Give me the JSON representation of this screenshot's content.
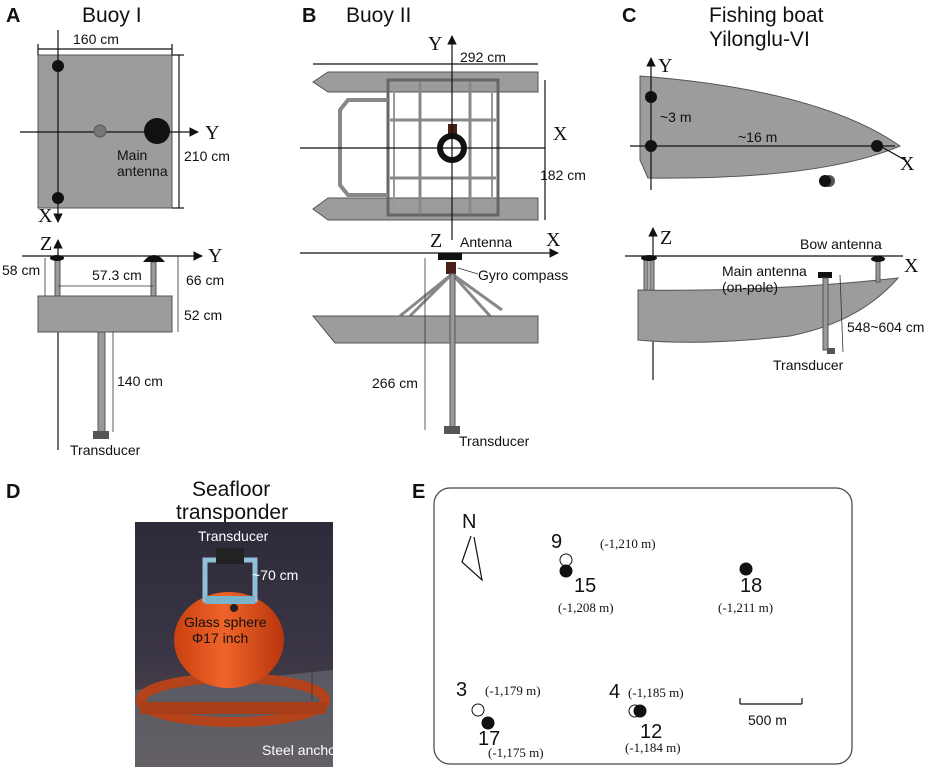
{
  "panels": {
    "a": {
      "letter": "A",
      "title": "Buoy I",
      "width_label": "160 cm",
      "height_label": "210 cm",
      "axis_y": "Y",
      "axis_x": "X",
      "axis_z": "Z",
      "axis_y2": "Y",
      "main_antenna": "Main\nantenna",
      "h58": "58 cm",
      "h57": "57.3 cm",
      "h66": "66 cm",
      "h52": "52 cm",
      "h140": "140 cm",
      "transducer": "Transducer"
    },
    "b": {
      "letter": "B",
      "title": "Buoy II",
      "width_label": "292 cm",
      "height_label": "182 cm",
      "axis_y": "Y",
      "axis_x": "X",
      "axis_z": "Z",
      "axis_x2": "X",
      "antenna": "Antenna",
      "gyro": "Gyro compass",
      "h266": "266 cm",
      "transducer": "Transducer"
    },
    "c": {
      "letter": "C",
      "title_line1": "Fishing boat",
      "title_line2": "Yilonglu-VI",
      "axis_y": "Y",
      "axis_x": "X",
      "axis_z": "Z",
      "axis_x2": "X",
      "w3": "~3 m",
      "l16": "~16 m",
      "bow_antenna": "Bow antenna",
      "main_antenna_line1": "Main antenna",
      "main_antenna_line2": "(on-pole)",
      "depth": "548~604 cm",
      "transducer": "Transducer"
    },
    "d": {
      "letter": "D",
      "title_line1": "Seafloor",
      "title_line2": "transponder",
      "transducer": "Transducer",
      "height": "~70 cm",
      "glass_line1": "Glass sphere",
      "glass_line2": "Φ17 inch",
      "anchor": "Steel anchor"
    },
    "e": {
      "letter": "E",
      "north": "N",
      "scale": "500 m",
      "stations": [
        {
          "id": "9",
          "depth": "(-1,210 m)",
          "filled": false
        },
        {
          "id": "15",
          "depth": "(-1,208 m)",
          "filled": true
        },
        {
          "id": "18",
          "depth": "(-1,211 m)",
          "filled": true
        },
        {
          "id": "3",
          "depth": "(-1,179 m)",
          "filled": false
        },
        {
          "id": "17",
          "depth": "(-1,175 m)",
          "filled": true
        },
        {
          "id": "4",
          "depth": "(-1,185 m)",
          "filled": false
        },
        {
          "id": "12",
          "depth": "(-1,184 m)",
          "filled": true
        }
      ]
    }
  }
}
